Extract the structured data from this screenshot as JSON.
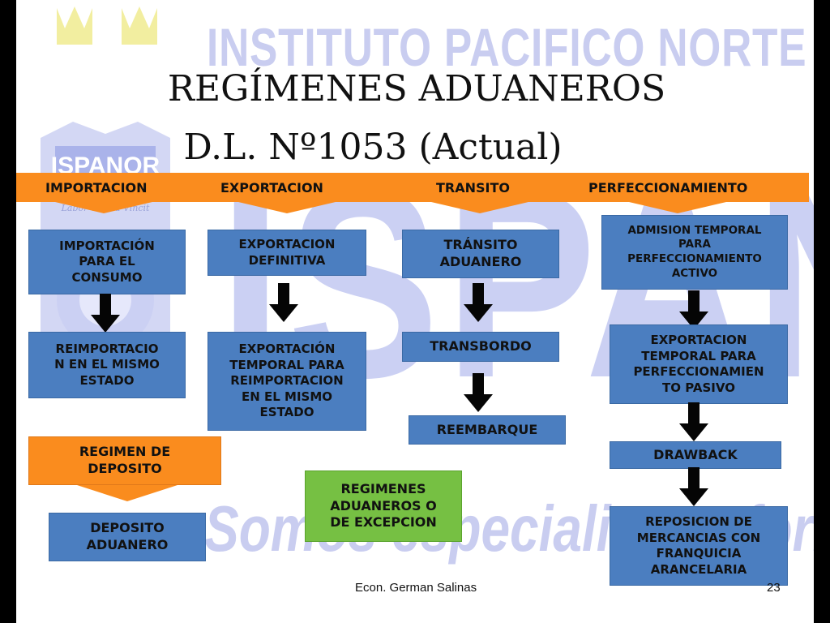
{
  "watermark": {
    "top_text": "INSTITUTO PACIFICO NORTE",
    "big_text": "ISPANOR",
    "bottom_text": "Somos especialistas, formamos profesionales",
    "logo_text": "ISPANOR",
    "logo_motto": "Labor Omnia Vincit"
  },
  "title": {
    "line1": "REGÍMENES ADUANEROS",
    "line2": "D.L. Nº1053 (Actual)"
  },
  "header": {
    "importacion": "IMPORTACION",
    "exportacion": "EXPORTACION",
    "transito": "TRANSITO",
    "perfeccionamiento": "PERFECCIONAMIENTO"
  },
  "boxes": {
    "import_consumo": "IMPORTACIÓN\nPARA EL\nCONSUMO",
    "reimportacion": "REIMPORTACIO\nN EN EL MISMO\nESTADO",
    "regimen_deposito": "REGIMEN DE\nDEPOSITO",
    "deposito_aduanero": "DEPOSITO\nADUANERO",
    "export_definitiva": "EXPORTACION\nDEFINITIVA",
    "export_temporal": "EXPORTACIÓN\nTEMPORAL PARA\nREIMPORTACION\nEN EL MISMO\nESTADO",
    "transito_aduanero": "TRÁNSITO\nADUANERO",
    "transbordo": "TRANSBORDO",
    "reembarque": "REEMBARQUE",
    "regimenes_excepcion": "REGIMENES\nADUANEROS O\nDE EXCEPCION",
    "admision_temporal": "ADMISION TEMPORAL\nPARA\nPERFECCIONAMIENTO\nACTIVO",
    "export_temporal_perf": "EXPORTACION\nTEMPORAL PARA\nPERFECCIONAMIEN\nTO PASIVO",
    "drawback": "DRAWBACK",
    "reposicion": "REPOSICION DE\nMERCANCIAS CON\nFRANQUICIA\nARANCELARIA"
  },
  "colors": {
    "box_blue": "#4b7ec0",
    "orange": "#fa8c1e",
    "green": "#76c043"
  },
  "footer": {
    "author": "Econ. German Salinas",
    "page": "23"
  }
}
